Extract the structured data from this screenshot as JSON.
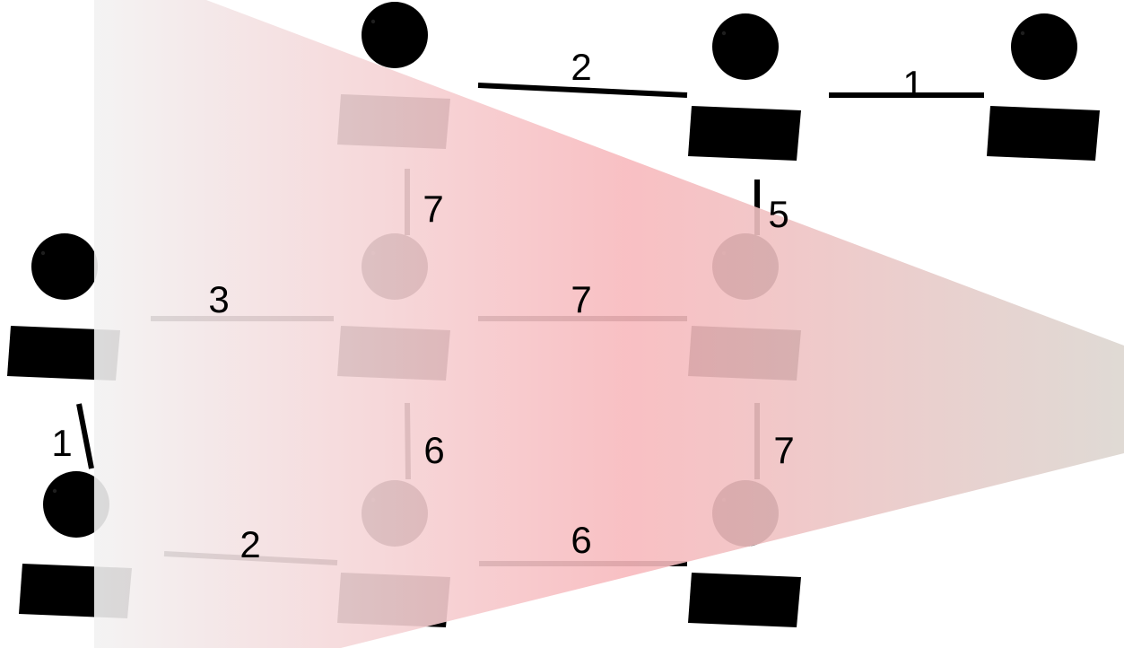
{
  "diagram": {
    "kind": "social-network-graph",
    "colors": {
      "background": "#ffffff",
      "edge": "#000000",
      "figure_stroke": "#1e1e1e",
      "spotlight_edge": "#f2f2f2",
      "spotlight_peak": "#f8b9bd",
      "spotlight_end": "#dcd6d0"
    },
    "nodes": [
      {
        "id": "p-top-left"
      },
      {
        "id": "p-top-mid"
      },
      {
        "id": "p-top-right"
      },
      {
        "id": "p-mid-far-left"
      },
      {
        "id": "p-mid-left"
      },
      {
        "id": "p-mid-mid"
      },
      {
        "id": "p-bottom-far-left"
      },
      {
        "id": "p-bottom-left"
      },
      {
        "id": "p-bottom-mid"
      }
    ],
    "edges": [
      {
        "from": "p-top-left",
        "to": "p-top-mid",
        "weight": "2"
      },
      {
        "from": "p-top-mid",
        "to": "p-top-right",
        "weight": "1"
      },
      {
        "from": "p-top-left",
        "to": "p-mid-left",
        "weight": "7"
      },
      {
        "from": "p-top-mid",
        "to": "p-mid-mid",
        "weight": "5"
      },
      {
        "from": "p-mid-far-left",
        "to": "p-mid-left",
        "weight": "3"
      },
      {
        "from": "p-mid-left",
        "to": "p-mid-mid",
        "weight": "7"
      },
      {
        "from": "p-mid-left",
        "to": "p-bottom-left",
        "weight": "6"
      },
      {
        "from": "p-mid-mid",
        "to": "p-bottom-mid",
        "weight": "7"
      },
      {
        "from": "p-mid-far-left",
        "to": "p-bottom-far-left",
        "weight": "1"
      },
      {
        "from": "p-bottom-far-left",
        "to": "p-bottom-left",
        "weight": "2"
      },
      {
        "from": "p-bottom-left",
        "to": "p-bottom-mid",
        "weight": "6"
      }
    ]
  }
}
